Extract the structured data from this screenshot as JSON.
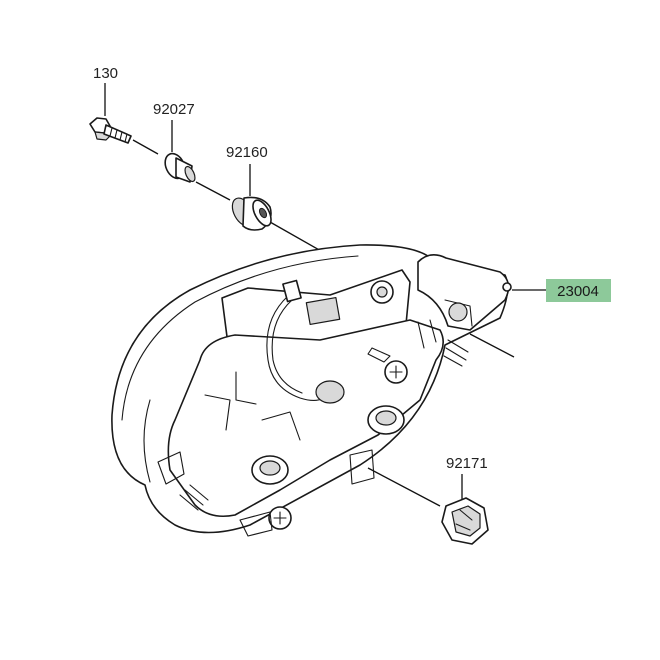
{
  "parts": [
    {
      "id": "bolt",
      "label": "130"
    },
    {
      "id": "collar",
      "label": "92027"
    },
    {
      "id": "grommet",
      "label": "92160"
    },
    {
      "id": "headlamp-assy",
      "label": "23004",
      "highlight_color": "#8dc99a"
    },
    {
      "id": "socket-clip",
      "label": "92171"
    }
  ],
  "colors": {
    "line": "#1a1a1a",
    "callout_highlight": "#8dc99a",
    "background": "#ffffff"
  }
}
